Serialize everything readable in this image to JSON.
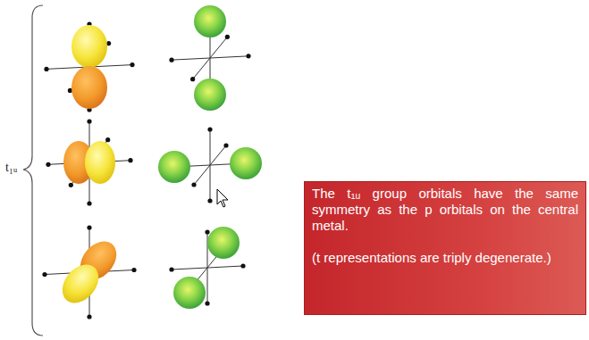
{
  "diagram": {
    "nodes": [
      {
        "text": [
          "The t₁ᵤ group orbitals have the same symmetry as the p orbitals on the central metal.",
          "(t representations are triply degenerate.)"
        ]
      }
    ],
    "labels": [
      "t₁ᵤ"
    ]
  }
}
